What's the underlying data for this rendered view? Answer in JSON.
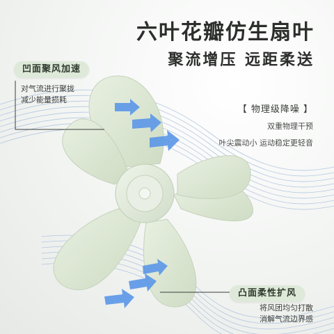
{
  "headline": {
    "line1": "六叶花瓣仿生扇叶",
    "line2": "聚流增压  远距柔送"
  },
  "feature_concave": {
    "title": "凹面聚风加速",
    "desc_line1": "对气流进行聚拢",
    "desc_line2": "减少能量损耗"
  },
  "feature_physical": {
    "title": "【 物理级降噪 】",
    "desc_line1": "双重物理干预",
    "desc_line2": "叶尖震动小 运动稳定更轻音"
  },
  "feature_convex": {
    "title": "凸面柔性扩风",
    "desc_line1": "将风团均匀打散",
    "desc_line2": "消解气流边界感"
  },
  "colors": {
    "blade": "#dfe9d6",
    "blade_edge": "#c9d6bf",
    "airflow": "#9fb7d9",
    "arrow": "#4e8fe6",
    "pill_bg": "#dfe9d9"
  }
}
